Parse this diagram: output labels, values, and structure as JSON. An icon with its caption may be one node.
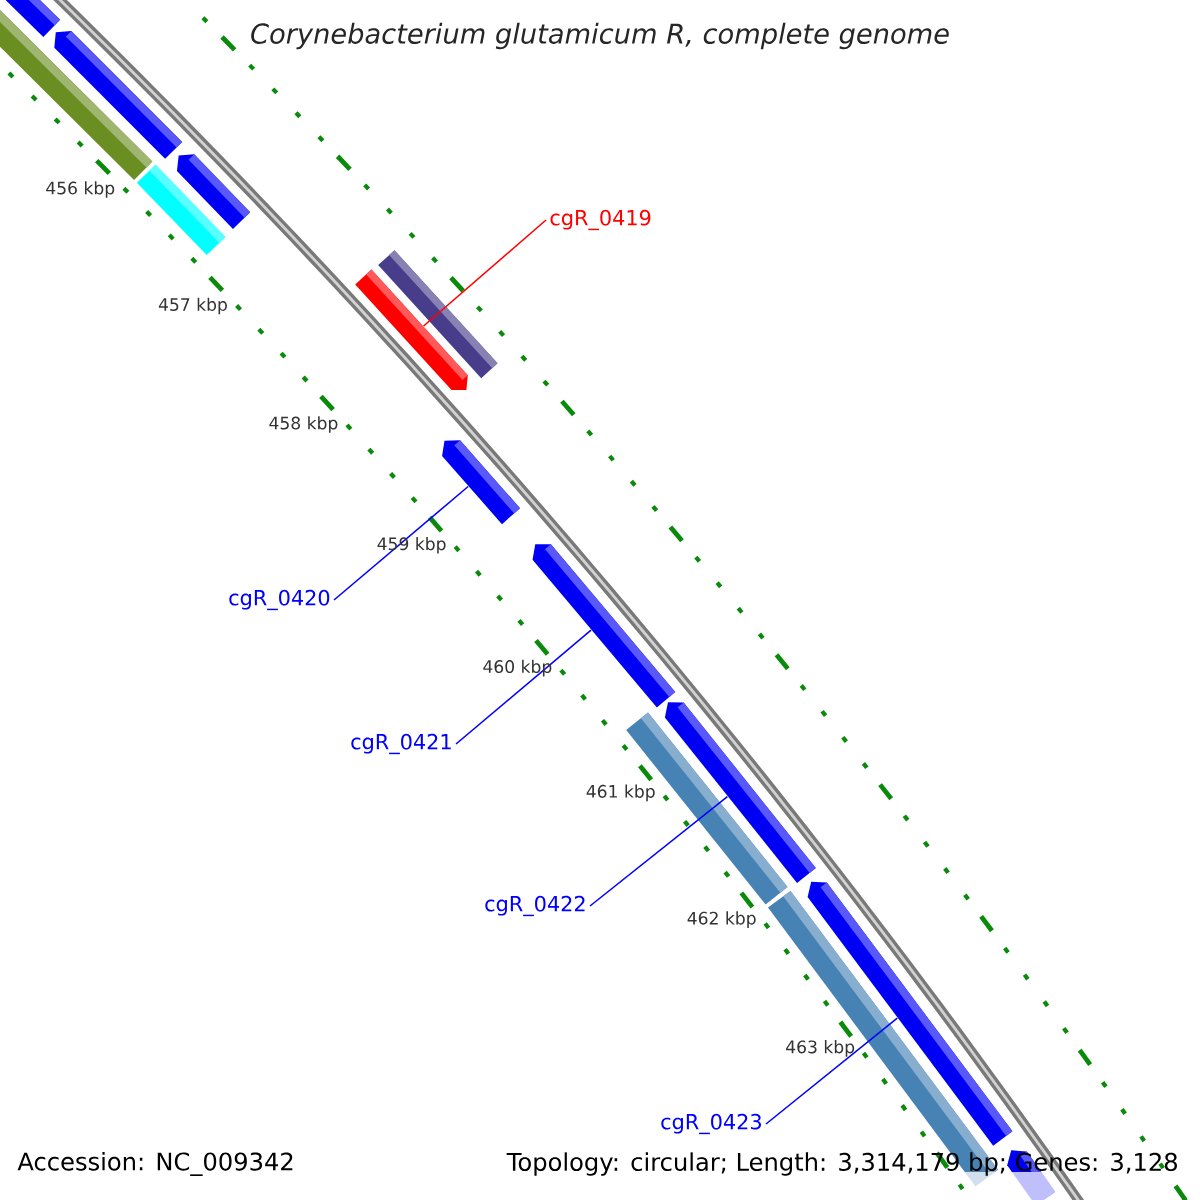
{
  "diagram": {
    "title": "Corynebacterium glutamicum R, complete genome",
    "nodes": [
      {
        "text": [],
        "shape": "bar"
      },
      {
        "text": [],
        "shape": "bar"
      },
      {
        "text": [],
        "shape": "pentagon"
      },
      {
        "text": [],
        "shape": "bar"
      },
      {
        "text": [],
        "shape": "pentagon"
      },
      {
        "text": [
          "cgR_0419"
        ]
      },
      {
        "text": [],
        "shape": "bar"
      },
      {
        "text": [],
        "shape": "pentagon"
      },
      {
        "text": [],
        "shape": "pentagon"
      },
      {
        "text": [
          "cgR_0420"
        ]
      },
      {
        "text": [],
        "shape": "pentagon"
      },
      {
        "text": [
          "cgR_0421"
        ]
      },
      {
        "text": [],
        "shape": "pentagon"
      },
      {
        "text": [],
        "shape": "bar"
      },
      {
        "text": [
          "cgR_0422"
        ]
      },
      {
        "text": [],
        "shape": "pentagon"
      },
      {
        "text": [],
        "shape": "bar"
      },
      {
        "text": [
          "cgR_0423"
        ]
      },
      {
        "text": [],
        "shape": "pentagon"
      }
    ],
    "edges": [
      {
        "from": 5,
        "to": 7,
        "arrow": "none",
        "color": "#ff0000"
      },
      {
        "from": 9,
        "to": 8,
        "arrow": "none"
      },
      {
        "from": 11,
        "to": 10,
        "arrow": "none"
      },
      {
        "from": 14,
        "to": 12,
        "arrow": "none"
      },
      {
        "from": 17,
        "to": 15,
        "arrow": "none"
      }
    ],
    "labels": [
      "456 kbp",
      "457 kbp",
      "458 kbp",
      "459 kbp",
      "460 kbp",
      "461 kbp",
      "462 kbp",
      "463 kbp",
      "Accession: NC_009342",
      "Topology: circular; Length: 3,314,179 bp; Genes: 3,128"
    ]
  }
}
